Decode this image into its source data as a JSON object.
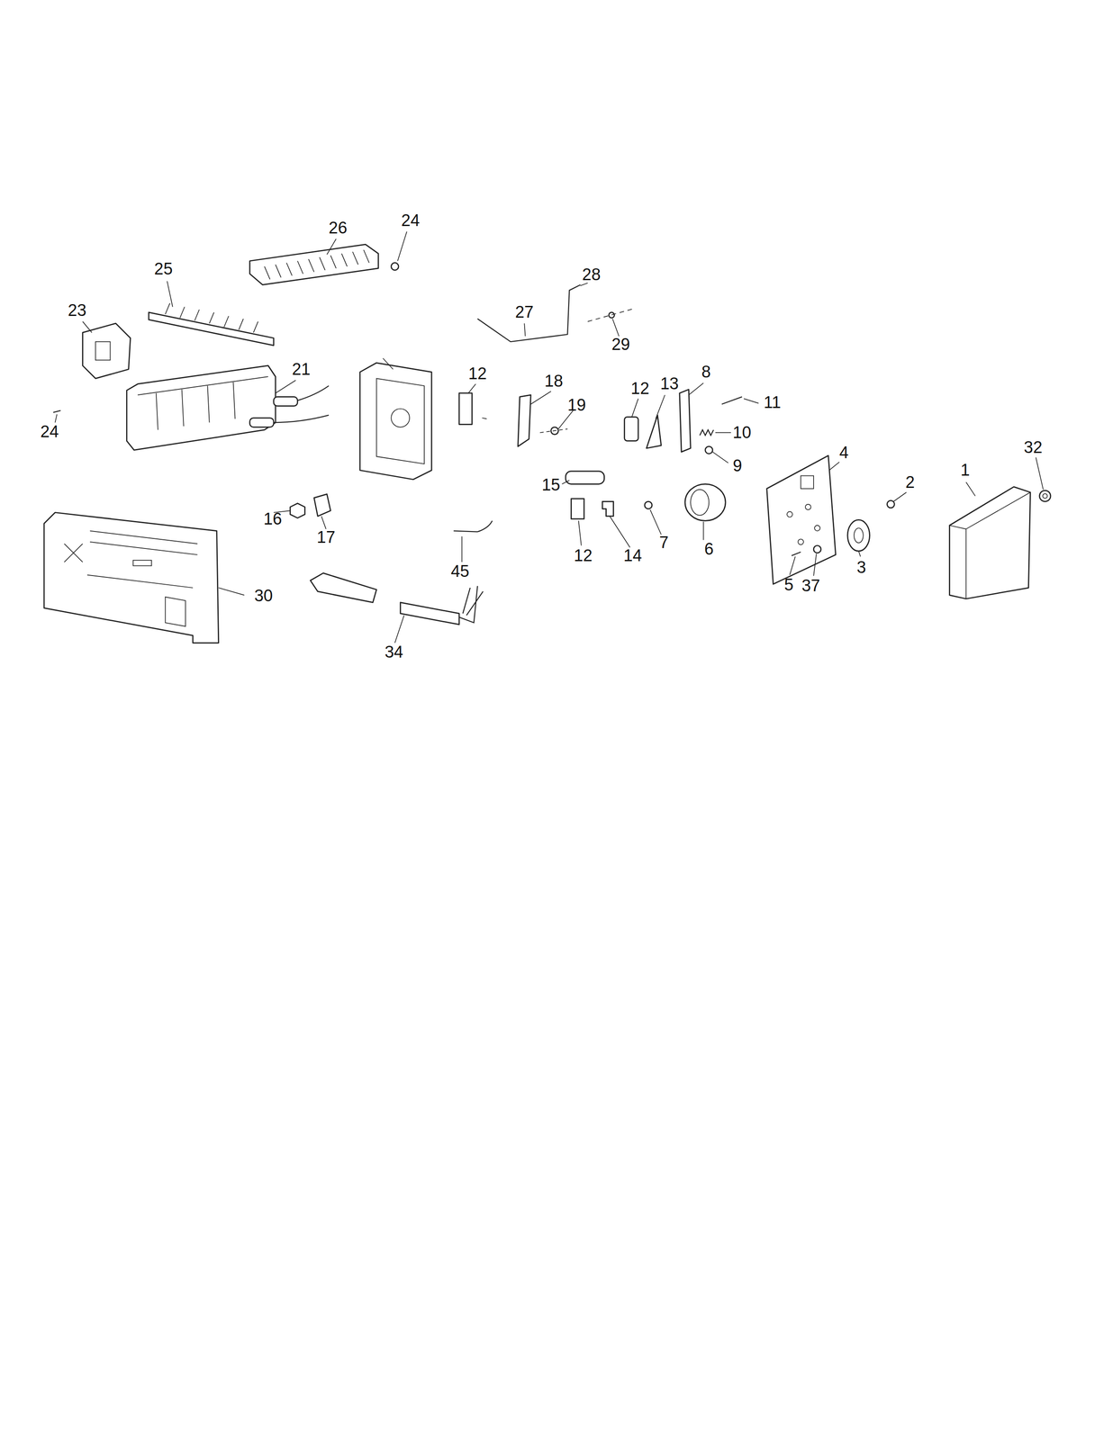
{
  "diagram": {
    "labels": [
      "24",
      "26",
      "25",
      "28",
      "23",
      "27",
      "29",
      "21",
      "8",
      "12",
      "18",
      "11",
      "12",
      "13",
      "19",
      "24",
      "10",
      "32",
      "4",
      "9",
      "1",
      "2",
      "15",
      "16",
      "17",
      "6",
      "7",
      "12",
      "14",
      "5",
      "37",
      "3",
      "45",
      "30",
      "34"
    ]
  }
}
